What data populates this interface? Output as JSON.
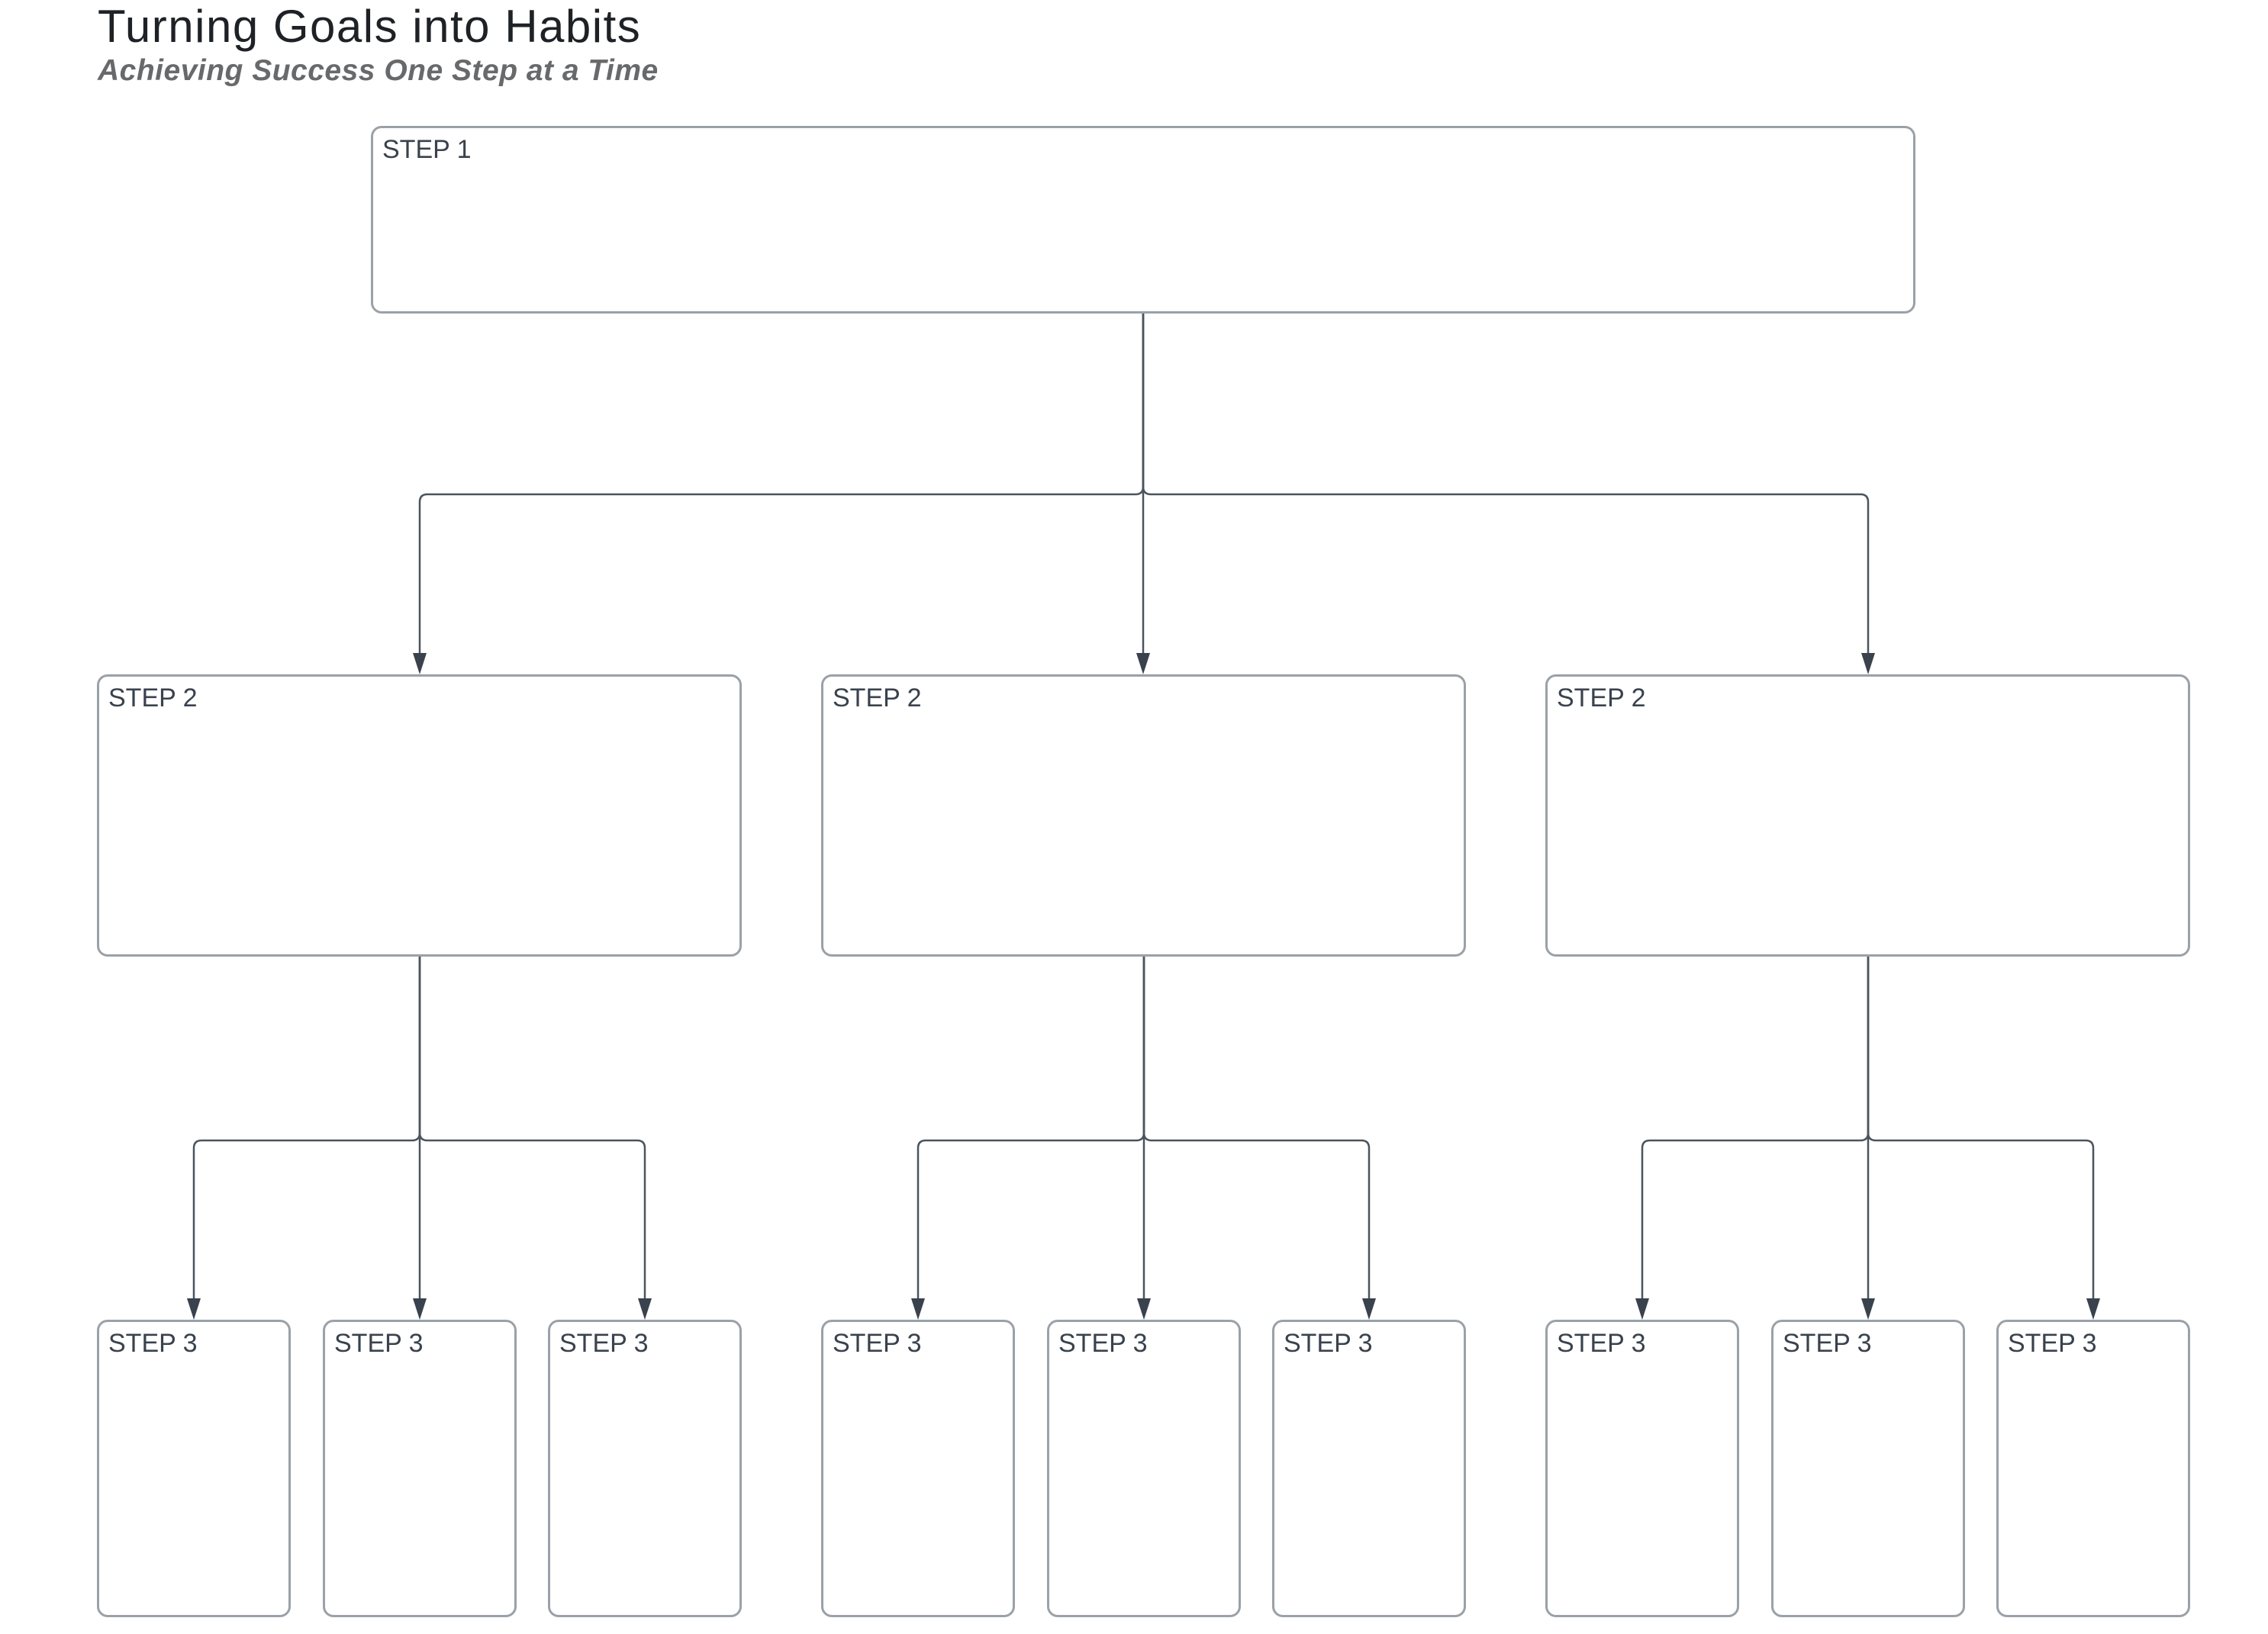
{
  "header": {
    "title": "Turning Goals into Habits",
    "subtitle": "Achieving Success One Step at a Time"
  },
  "theme": {
    "background": "#ffffff",
    "title_color": "#1e2125",
    "subtitle_color": "#68696b",
    "box_fill": "#ffffff",
    "box_border": "#9aa1a8",
    "label_color": "#39424d",
    "line_color": "#4a545e",
    "arrow_color": "#39424d"
  },
  "diagram": {
    "type": "tree",
    "root": {
      "label": "STEP 1"
    },
    "level2": [
      {
        "label": "STEP 2"
      },
      {
        "label": "STEP 2"
      },
      {
        "label": "STEP 2"
      }
    ],
    "level3": [
      {
        "label": "STEP 3"
      },
      {
        "label": "STEP 3"
      },
      {
        "label": "STEP 3"
      },
      {
        "label": "STEP 3"
      },
      {
        "label": "STEP 3"
      },
      {
        "label": "STEP 3"
      },
      {
        "label": "STEP 3"
      },
      {
        "label": "STEP 3"
      },
      {
        "label": "STEP 3"
      }
    ]
  }
}
